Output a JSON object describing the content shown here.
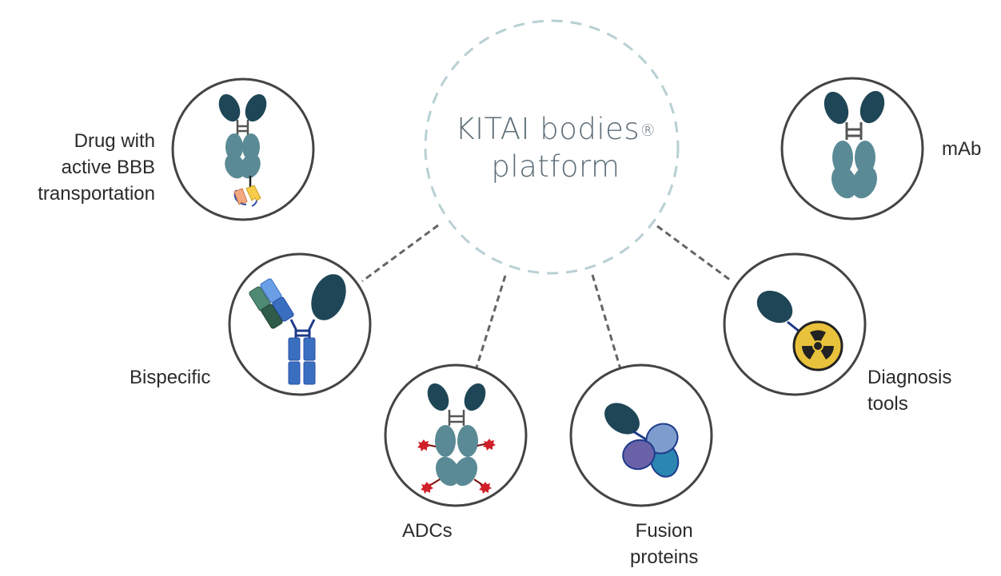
{
  "center": {
    "title_line1": "KITAI bodies",
    "registered_mark": "®",
    "title_line2": "platform"
  },
  "nodes": [
    {
      "id": "bbb",
      "label_lines": [
        "Drug with",
        "active BBB",
        "transportation"
      ],
      "icon": "antibody-bbb-shuttle-icon"
    },
    {
      "id": "mab",
      "label_lines": [
        "mAb"
      ],
      "icon": "monoclonal-antibody-icon"
    },
    {
      "id": "bispecific",
      "label_lines": [
        "Bispecific"
      ],
      "icon": "bispecific-antibody-icon"
    },
    {
      "id": "adc",
      "label_lines": [
        "ADCs"
      ],
      "icon": "antibody-drug-conjugate-icon"
    },
    {
      "id": "fusion",
      "label_lines": [
        "Fusion",
        "proteins"
      ],
      "icon": "fusion-protein-icon"
    },
    {
      "id": "diagnosis",
      "label_lines": [
        "Diagnosis",
        "tools"
      ],
      "icon": "radioactive-diagnostic-icon"
    }
  ],
  "colors": {
    "ring": "#444444",
    "center_dash": "#b8d0d3",
    "connector": "#4a4a4a",
    "fab_dark": "#1f4656",
    "fc_teal": "#5a8a95",
    "hinge": "#555555",
    "bispecific_blue": "#3a6fc0",
    "bispecific_light": "#6a9fe6",
    "bispecific_green": "#4f8a74",
    "bispecific_darkgreen": "#2f5c48",
    "payload_red": "#d0202a",
    "radiation_yellow": "#e9c23b",
    "fusion_purple": "#6a62a8",
    "fusion_lightblue": "#7e9dcf",
    "fusion_blue": "#2b87b1",
    "bbb_orange": "#f4a882",
    "bbb_yellow": "#f6cc4a",
    "label_text": "#2b2b2b",
    "title_text": "#5c6d78"
  }
}
